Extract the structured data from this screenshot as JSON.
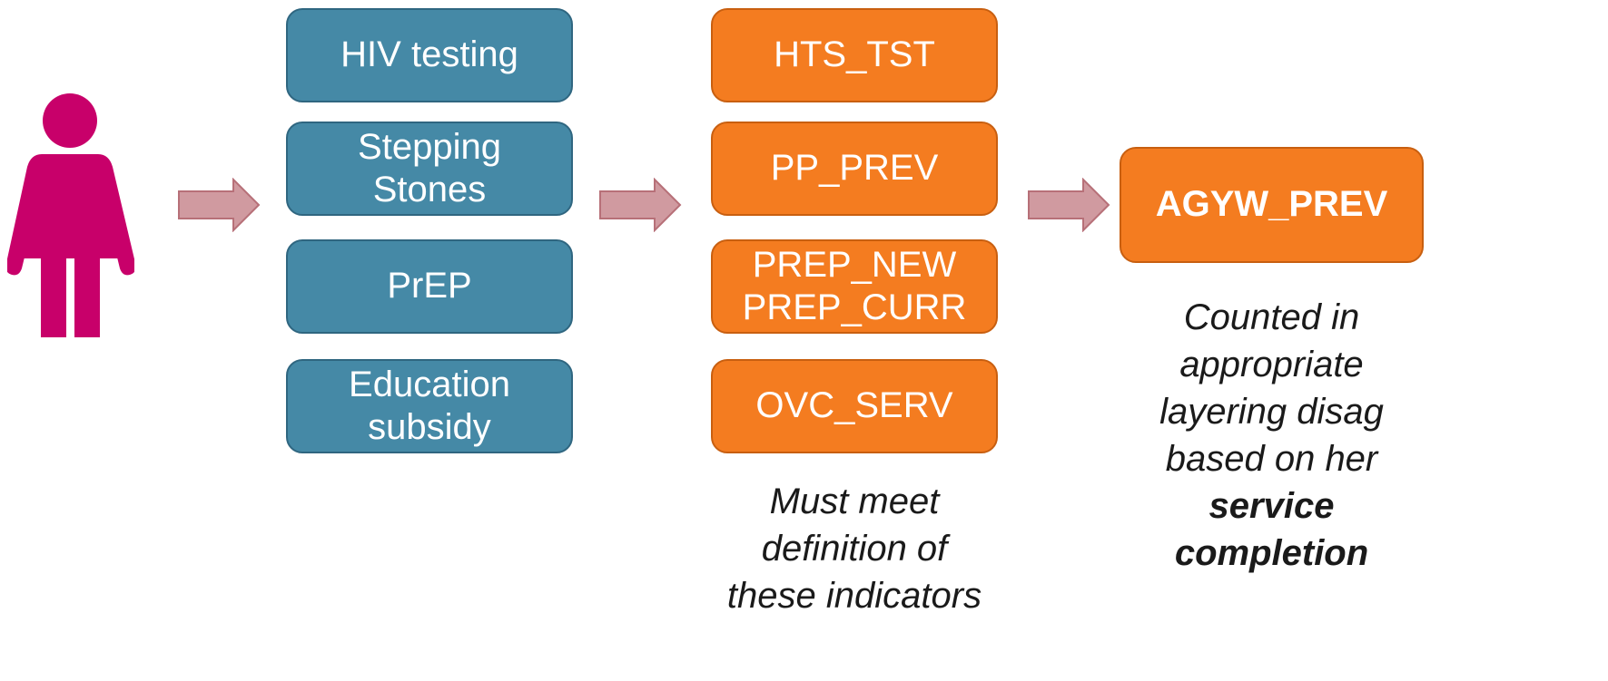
{
  "colors": {
    "person": "#c8006a",
    "activity": "#4589a6",
    "indicator": "#f47c20",
    "arrow_fill": "#d09aa0",
    "arrow_stroke": "#b77078"
  },
  "icons": {
    "person": "female-person-icon",
    "arrow": "right-arrow-icon"
  },
  "activities": [
    "HIV testing",
    "Stepping\nStones",
    "PrEP",
    "Education\nsubsidy"
  ],
  "indicators": [
    "HTS_TST",
    "PP_PREV",
    "PREP_NEW\nPREP_CURR",
    "OVC_SERV"
  ],
  "result": "AGYW_PREV",
  "indicator_note": "Must meet\ndefinition of\nthese indicators",
  "result_note": {
    "text": "Counted in\nappropriate\nlayering disag\nbased on her",
    "emphasis": "service\ncompletion"
  }
}
